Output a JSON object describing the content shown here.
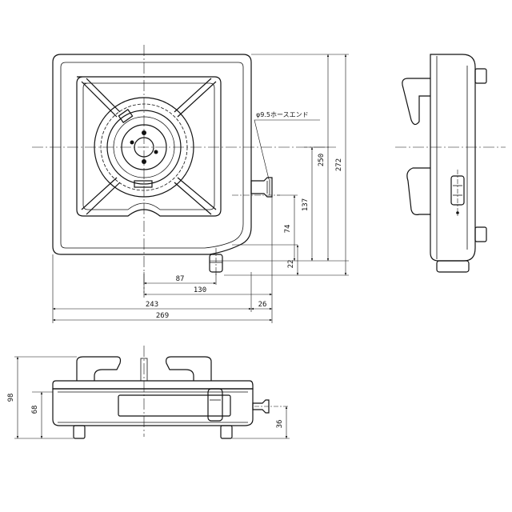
{
  "dimensions": {
    "top_view": {
      "d250": "250",
      "d272": "272",
      "d137": "137",
      "d74": "74",
      "d22": "22",
      "d87": "87",
      "d130": "130",
      "d243": "243",
      "d26": "26",
      "d269": "269"
    },
    "front_view": {
      "d98": "98",
      "d68": "68",
      "d36": "36"
    }
  },
  "notes": {
    "hose_end": "φ9.5ホースエンド"
  }
}
